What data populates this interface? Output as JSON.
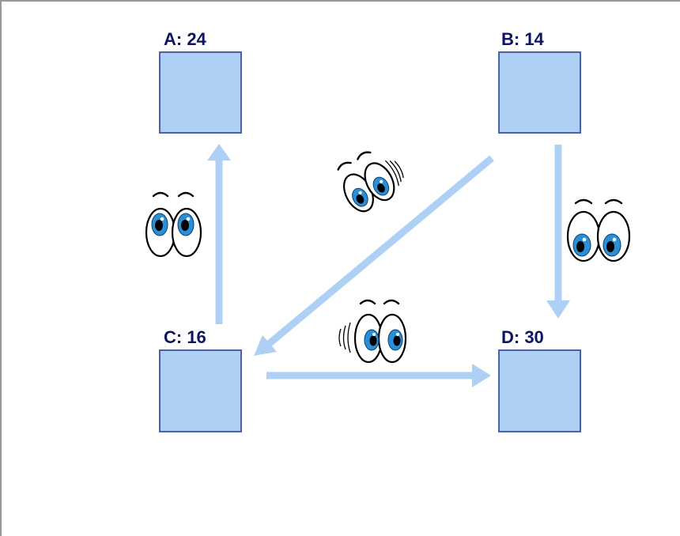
{
  "diagram": {
    "nodes": [
      {
        "id": "A",
        "label": "A: 24",
        "color": "#aed0f5"
      },
      {
        "id": "B",
        "label": "B: 14",
        "color": "#aed0f5"
      },
      {
        "id": "C",
        "label": "C: 16",
        "color": "#aed0f5"
      },
      {
        "id": "D",
        "label": "D: 30",
        "color": "#aed0f5"
      }
    ],
    "edges": [
      {
        "from": "C",
        "to": "A"
      },
      {
        "from": "B",
        "to": "C"
      },
      {
        "from": "B",
        "to": "D"
      },
      {
        "from": "C",
        "to": "D"
      }
    ],
    "decorations": [
      {
        "icon": "cartoon-eyes-icon",
        "near_edge": "C-A"
      },
      {
        "icon": "cartoon-eyes-icon",
        "near_edge": "B-C"
      },
      {
        "icon": "cartoon-eyes-icon",
        "near_edge": "B-D"
      },
      {
        "icon": "cartoon-eyes-icon",
        "near_edge": "C-D"
      }
    ],
    "colors": {
      "node_fill": "#aed0f5",
      "node_border": "#4f61a6",
      "label_text": "#0e1560",
      "edge": "#aed0f5",
      "iris": "#2a8fd6"
    }
  }
}
